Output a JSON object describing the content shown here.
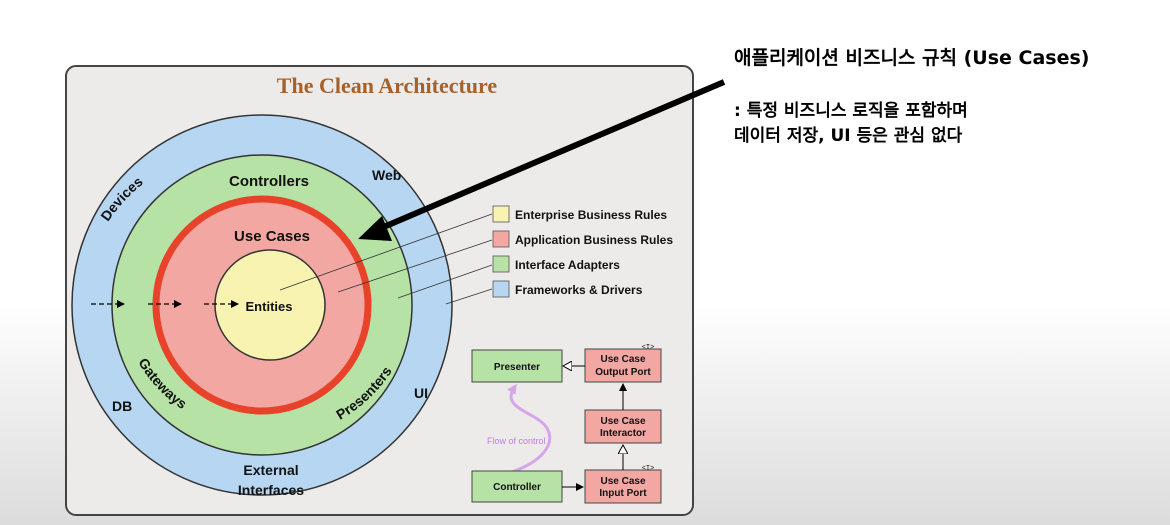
{
  "diagram": {
    "title": "The Clean Architecture",
    "rings": {
      "outer_labels": [
        "Devices",
        "Web",
        "DB",
        "UI"
      ],
      "outer_bottom": [
        "External",
        "Interfaces"
      ],
      "adapters_top": "Controllers",
      "adapters_left": "Gateways",
      "adapters_right": "Presenters",
      "use_cases": "Use Cases",
      "entities": "Entities"
    },
    "legend": [
      {
        "label": "Enterprise Business Rules",
        "color": "#f8f3b0"
      },
      {
        "label": "Application Business Rules",
        "color": "#f2a7a3"
      },
      {
        "label": "Interface Adapters",
        "color": "#b6e2a5"
      },
      {
        "label": "Frameworks & Drivers",
        "color": "#b7d6f2"
      }
    ],
    "flow": {
      "presenter": "Presenter",
      "output_port": [
        "Use Case",
        "Output Port"
      ],
      "interactor": [
        "Use Case",
        "Interactor"
      ],
      "controller": "Controller",
      "input_port": [
        "Use Case",
        "Input Port"
      ],
      "flow_label": "Flow of control",
      "interface_mark": "<I>"
    }
  },
  "annotation": {
    "title": "애플리케이션 비즈니스 규칙 (Use Cases)",
    "desc_line1": ": 특정 비즈니스 로직을 포함하며",
    "desc_line2": "데이터 저장, UI 등은 관심 없다"
  },
  "colors": {
    "panel_bg": "#ecebea",
    "outer_ring": "#b7d6f2",
    "adapters_ring": "#b6e2a5",
    "use_case_ring": "#f2a7a3",
    "use_case_border": "#e8432a",
    "entities": "#f8f3b0",
    "title_color": "#a6612b"
  }
}
